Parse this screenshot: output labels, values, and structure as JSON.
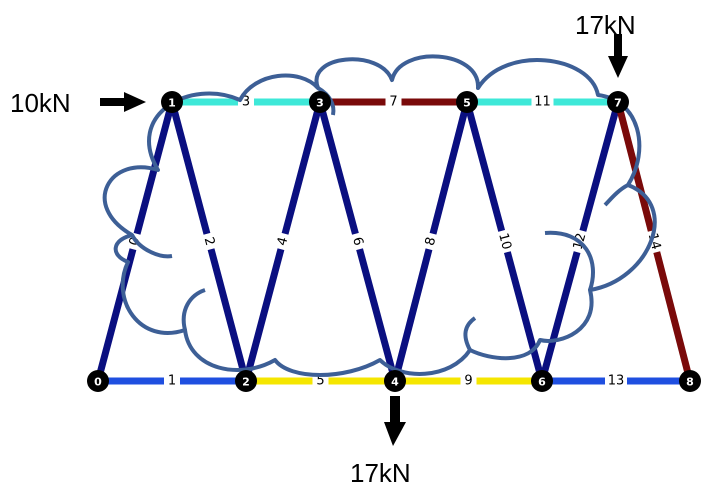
{
  "nodes": [
    {
      "id": "0"
    },
    {
      "id": "1"
    },
    {
      "id": "2"
    },
    {
      "id": "3"
    },
    {
      "id": "4"
    },
    {
      "id": "5"
    },
    {
      "id": "6"
    },
    {
      "id": "7"
    },
    {
      "id": "8"
    }
  ],
  "members": [
    {
      "label": "0",
      "from": 0,
      "to": 1,
      "color": "#0a0f80"
    },
    {
      "label": "1",
      "from": 0,
      "to": 2,
      "color": "#1f4fe0"
    },
    {
      "label": "2",
      "from": 1,
      "to": 2,
      "color": "#0a0f80"
    },
    {
      "label": "3",
      "from": 1,
      "to": 3,
      "color": "#3ee8d8"
    },
    {
      "label": "4",
      "from": 2,
      "to": 3,
      "color": "#0a0f80"
    },
    {
      "label": "5",
      "from": 2,
      "to": 4,
      "color": "#f5e600"
    },
    {
      "label": "6",
      "from": 3,
      "to": 4,
      "color": "#0a0f80"
    },
    {
      "label": "7",
      "from": 3,
      "to": 5,
      "color": "#7a0a0a"
    },
    {
      "label": "8",
      "from": 4,
      "to": 5,
      "color": "#0a0f80"
    },
    {
      "label": "9",
      "from": 4,
      "to": 6,
      "color": "#f5e600"
    },
    {
      "label": "10",
      "from": 5,
      "to": 6,
      "color": "#0a0f80"
    },
    {
      "label": "11",
      "from": 5,
      "to": 7,
      "color": "#3ee8d8"
    },
    {
      "label": "12",
      "from": 6,
      "to": 7,
      "color": "#0a0f80"
    },
    {
      "label": "13",
      "from": 6,
      "to": 8,
      "color": "#1f4fe0"
    },
    {
      "label": "14",
      "from": 7,
      "to": 8,
      "color": "#7a0a0a"
    }
  ],
  "loads": [
    {
      "label": "10kN",
      "node": 1,
      "direction": "right"
    },
    {
      "label": "17kN",
      "node": 7,
      "direction": "down"
    },
    {
      "label": "17kN",
      "node": 4,
      "direction": "down"
    }
  ],
  "cloud_color": "#3d5f96"
}
